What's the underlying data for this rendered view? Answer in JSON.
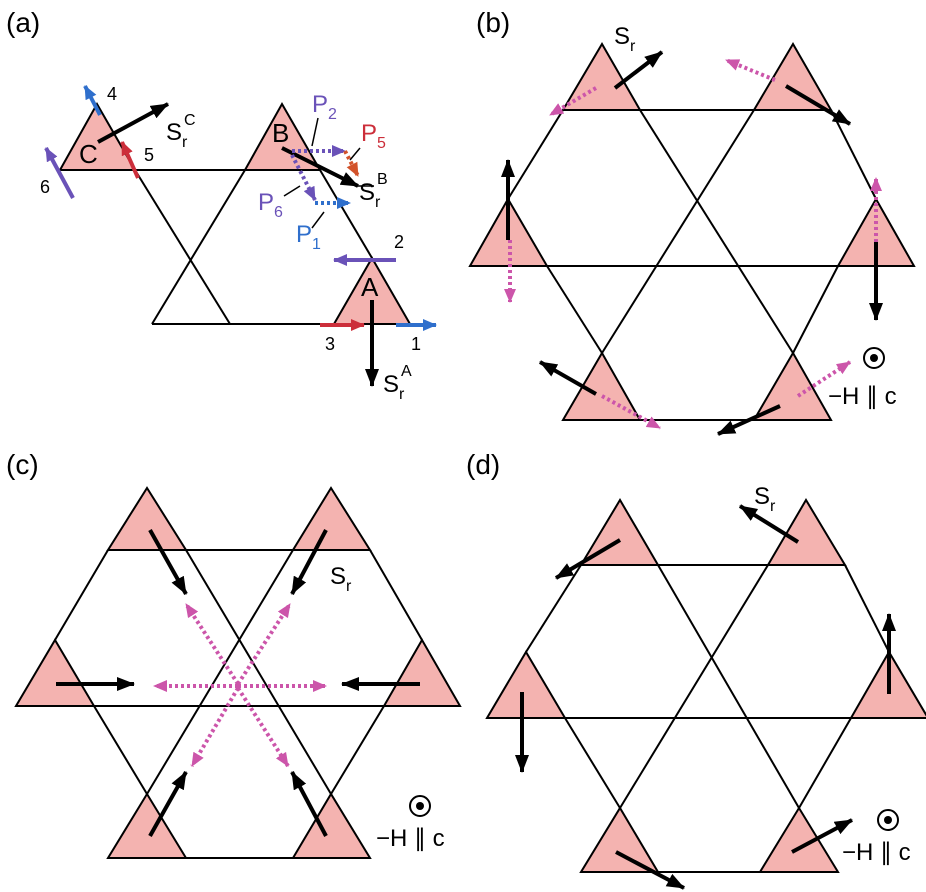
{
  "colors": {
    "triangle_fill": "#f4b3b0",
    "spin": "#000000",
    "polarization_pink": "#cc55aa",
    "p1_blue": "#2f6fcc",
    "p2_purple": "#6a52b8",
    "p5_orange": "#d2522a",
    "p3_red": "#cc2e3a"
  },
  "panels": {
    "a": {
      "label": "(a)",
      "sites": {
        "A": "A",
        "B": "B",
        "C": "C"
      },
      "bond_numbers": {
        "n1": "1",
        "n2": "2",
        "n3": "3",
        "n4": "4",
        "n5": "5",
        "n6": "6"
      },
      "spin_symbol": "S",
      "spin_sub": "r",
      "spin_sup": {
        "A": "A",
        "B": "B",
        "C": "C"
      },
      "polarization_symbol": "P",
      "polarization_subs": {
        "P1": "1",
        "P2": "2",
        "P5": "5",
        "P6": "6"
      }
    },
    "b": {
      "label": "(b)",
      "spin_symbol": "S",
      "spin_sub": "r",
      "field": "−H ∥ c"
    },
    "c": {
      "label": "(c)",
      "spin_symbol": "S",
      "spin_sub": "r",
      "field": "−H ∥ c"
    },
    "d": {
      "label": "(d)",
      "spin_symbol": "S",
      "spin_sub": "r",
      "field": "−H ∥ c"
    }
  }
}
